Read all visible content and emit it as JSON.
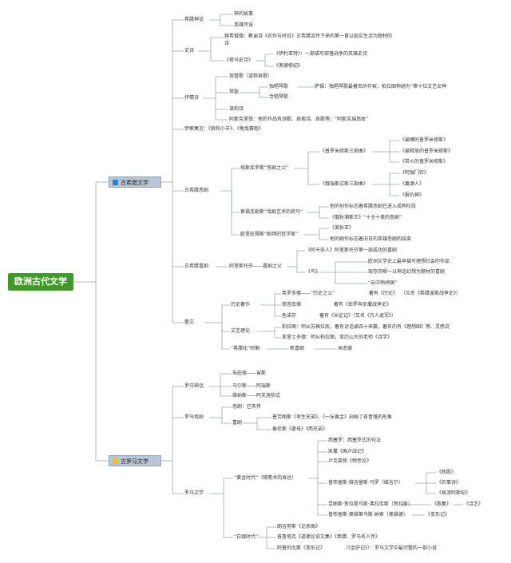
{
  "root": "欧洲古代文学",
  "greek": {
    "title": "古希腊文学",
    "icon": "blue-square-icon",
    "myth": {
      "label": "希腊神话",
      "c1": "神的故事",
      "c2": "英雄传说"
    },
    "epic": {
      "label": "史诗",
      "hesiod1": "赫希俄德：教谕诗《农作与时日》古希腊流传下来的第一首以现实生活为题材的",
      "hesiod2": "诗",
      "homer": "《荷马史诗》",
      "iliad": "《伊利亚特》：一部描写部落战争的英雄史诗",
      "odyssey": "《奥德修纪》"
    },
    "lyric": {
      "label": "抒情诗",
      "elegy": "双管歌（或称哀歌）",
      "lyre": "琴歌",
      "solo": "独唱琴歌",
      "sappho": "萨福：独唱琴歌最著名的作家，柏拉图称她为“第十位文艺女神",
      "chorus": "合唱琴歌",
      "iambic": "讽刺诗",
      "anacreon": "阿那克里翁：他的作品有颂歌、哀挽诗、哀歌等；“阿那克瑞翁体”"
    },
    "aesop": "伊索寓言：《狼和小羊》、《龟兔赛跑》",
    "tragedy": {
      "label": "古希腊悲剧",
      "aeschylus": "埃斯库罗斯“悲剧之父”",
      "prom": "《普罗米修斯三部曲》",
      "p1": "《被缚的普罗米修斯》",
      "p2": "《被释放的普罗米修斯》",
      "p3": "《带火的普罗米修斯》",
      "ores": "《俄瑞斯忒斯三部曲》",
      "o1": "《阿伽门农》",
      "o2": "《奠酒人》",
      "o3": "《报仇神》",
      "sophocles": "索福克勒斯“戏剧艺术的荷马”",
      "s1": "他的创作标志着希腊悲剧已进入成熟阶段",
      "s2": "《俄狄浦斯王》“十全十美的悲剧”",
      "euripides": "欧里庇得斯“剧场的哲学家”",
      "e1": "《美狄亚》",
      "e2": "他的剧作标志着旧日的英雄悲剧的结束"
    },
    "comedy": {
      "label": "古希腊喜剧",
      "aristo": "阿里斯托芬——喜剧之父",
      "a1": "《阿卡奈人》阿里斯托芬第一部成功的喜剧",
      "birds": "《鸟》",
      "b1": "欧洲文学史上最早描写理想社会的作品",
      "b2": "现存的唯一以神话幻想为题材的喜剧",
      "b3": "“云中鹁鸪国”"
    },
    "prose": {
      "label": "散文",
      "history": "历史著作",
      "herodotus": "希罗多德——“历史之父”",
      "h_work_label": "著有《历史》",
      "h_work": "（又名《希腊波斯战争史》）",
      "thucydides": "修昔底德",
      "th_work": "著有《伯罗奔尼撒战争史》",
      "xenophon": "色诺芬",
      "x_work": "著有《长征记》（又名《万人退军》）",
      "theory": "文艺理论",
      "plato": "柏拉图：师从苏格拉底，著有对话录四十来篇，著名的有《理想国》等、灵感说",
      "aristotle": "亚里士多德：师从柏拉图，亚历山大的老师《诗学》",
      "hellen": "“希腊化”时期",
      "newcomedy": "新喜剧",
      "menander": "米南德"
    }
  },
  "roman": {
    "title": "古罗马文学",
    "icon": "crown-icon",
    "myth": {
      "label": "罗马神话",
      "c1": "朱庇德——宙斯",
      "c2": "马尔斯——阿瑞斯",
      "c3": "维纳斯——阿芙洛狄忒"
    },
    "drama": {
      "label": "罗马戏剧",
      "tragedy": "悲剧：巳失传",
      "comedy": "喜剧",
      "plautus": "普劳图斯《孪生兄弟》、《一坛黄金》刻画了吝啬鬼的形象",
      "terence": "泰伦斯《婆母》《两兄弟》"
    },
    "lit": {
      "label": "罗马文学",
      "golden": "“黄金时代”（随笔术的发达）",
      "cicero": "西塞罗：西塞罗式的句法",
      "caesar": "凯撒《高卢战记》",
      "lucretius": "卢克莱修《物性论》",
      "vergil": "普布留斯·维吉留斯·马罗（维吉尔）",
      "v1": "《牧歌》",
      "v2": "《农事诗》",
      "v3": "《埃涅阿斯纪》",
      "horace": "昆图斯·贺拉提乌斯·弗拉库斯（贺拉斯）",
      "h1": "《歌集》",
      "h2": "《诗艺》",
      "ovid": "普布留斯·奥维第乌斯·纳索（奥维德）",
      "o1": "《变形记》",
      "silver": "“白银时代”",
      "longinus": "朗吉努斯《论崇高》",
      "plutarch": "普鲁塔克《道德论说文集》《希腊、罗马名人传》",
      "apuleius": "阿普列尤斯《变形记》",
      "golden_ass": "（《金驴记》）：罗马文学中最完整的一部小说"
    }
  }
}
